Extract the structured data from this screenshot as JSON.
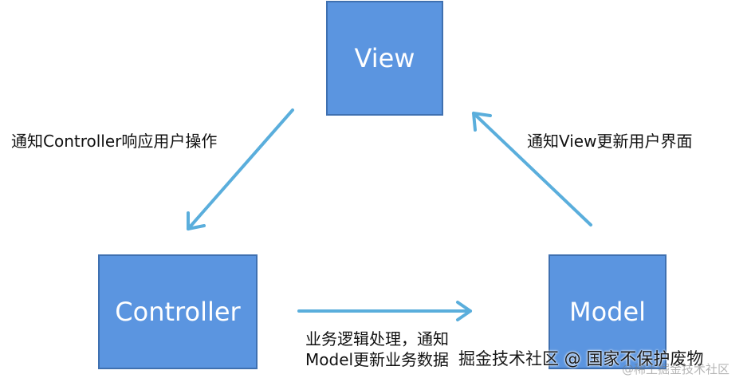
{
  "nodes": {
    "view": "View",
    "controller": "Controller",
    "model": "Model"
  },
  "edges": {
    "view_to_controller": "通知Controller响应用户操作",
    "model_to_view": "通知View更新用户界面",
    "controller_to_model_line1": "业务逻辑处理，通知",
    "controller_to_model_line2": "Model更新业务数据"
  },
  "watermark": {
    "main": "掘金技术社区 @ 国家不保护废物",
    "sub": "@稀土掘金技术社区"
  },
  "colors": {
    "node_fill": "#5b95e0",
    "node_border": "#3f70b0",
    "arrow": "#5aaedc"
  }
}
